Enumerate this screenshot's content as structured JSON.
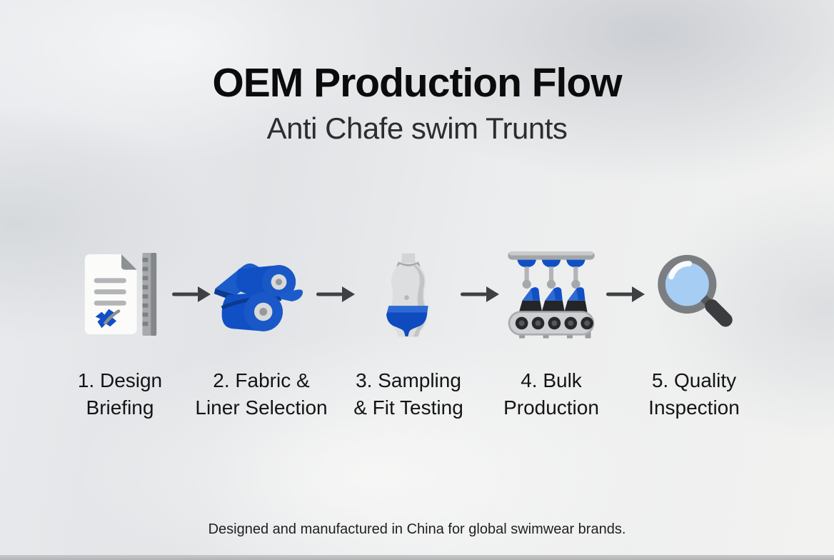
{
  "header": {
    "title": "OEM Production Flow",
    "subtitle": "Anti Chafe swim Trunts"
  },
  "steps": [
    {
      "line1": "1. Design",
      "line2": "Briefing",
      "icon": "document-ruler-icon"
    },
    {
      "line1": "2. Fabric &",
      "line2": "Liner Selection",
      "icon": "fabric-rolls-icon"
    },
    {
      "line1": "3. Sampling",
      "line2": "& Fit Testing",
      "icon": "mannequin-swim-trunks-icon"
    },
    {
      "line1": "4. Bulk",
      "line2": "Production",
      "icon": "conveyor-belt-icon"
    },
    {
      "line1": "5. Quality",
      "line2": "Inspection",
      "icon": "magnifying-glass-icon"
    }
  ],
  "arrows": {
    "count": 4,
    "icon": "right-arrow-icon"
  },
  "footer": {
    "note": "Designed and manufactured in China for global swimwear brands."
  },
  "colors": {
    "accent_blue": "#1150c4",
    "accent_blue_light": "#2e6ad4",
    "accent_blue_dark": "#0b3a92",
    "lens_blue": "#a6cef5",
    "arrow_gray": "#3e4043",
    "title_text": "#0b0b0c",
    "subtitle_text": "#2c2d2f",
    "background_base": "#e7e9ec"
  }
}
